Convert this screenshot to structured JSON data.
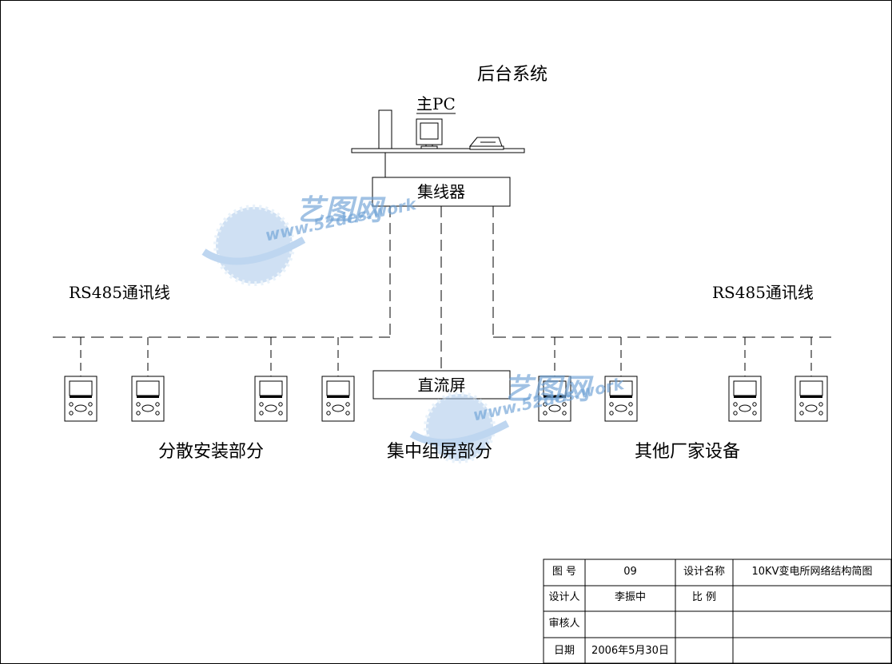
{
  "title": "后台系统",
  "main_pc_label": "主PC",
  "hub_label": "集线器",
  "dc_panel_label": "直流屏",
  "left_bus_label": "RS485通讯线",
  "right_bus_label": "RS485通讯线",
  "group_labels": {
    "distributed": "分散安装部分",
    "centralized": "集中组屏部分",
    "other_vendor": "其他厂家设备"
  },
  "watermark": {
    "brand": "艺图网",
    "url": "www.52des.work",
    "color": "#6fa3d6"
  },
  "title_block": {
    "drawing_no_label": "图  号",
    "drawing_no_value": "09",
    "design_name_label": "设计名称",
    "design_name_value": "10KV变电所网络结构简图",
    "designer_label": "设计人",
    "designer_value": "李振中",
    "scale_label": "比   例",
    "scale_value": "",
    "reviewer_label": "审核人",
    "reviewer_value": "",
    "date_label": "日期",
    "date_value": "2006年5月30日"
  }
}
